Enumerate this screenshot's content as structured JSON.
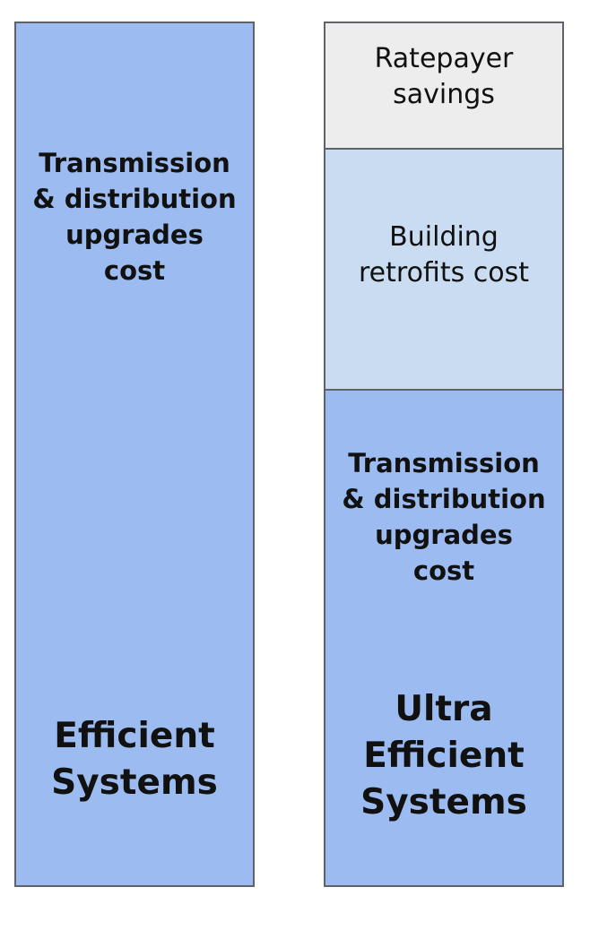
{
  "colors": {
    "efficient_fill": "#9cbbf0",
    "retrofit_fill": "#c9dcf1",
    "savings_fill": "#ededed",
    "border": "#5f6368"
  },
  "left": {
    "segment_label": "Transmission\n& distribution\nupgrades\ncost",
    "title": "Efficient\nSystems"
  },
  "right": {
    "savings_label": "Ratepayer\nsavings",
    "retrofit_label": "Building\nretrofits cost",
    "segment_label": "Transmission\n& distribution\nupgrades\ncost",
    "title": "Ultra\nEfficient\nSystems"
  }
}
